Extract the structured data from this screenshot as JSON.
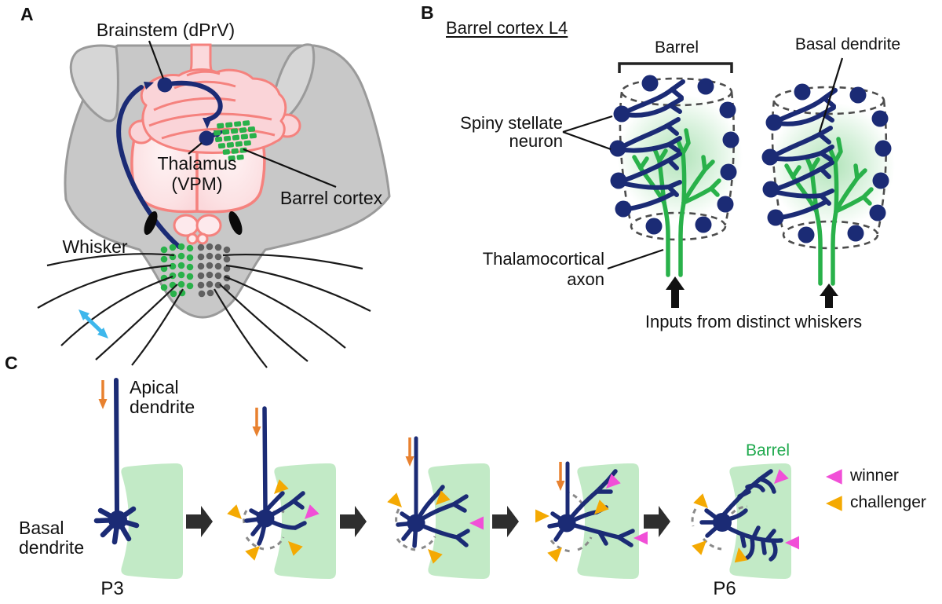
{
  "panel_a": {
    "label": "A",
    "brainstem": "Brainstem (dPrV)",
    "thalamus_line1": "Thalamus",
    "thalamus_line2": "(VPM)",
    "barrel_cortex": "Barrel cortex",
    "whisker": "Whisker"
  },
  "panel_b": {
    "label": "B",
    "title": "Barrel cortex L4",
    "barrel": "Barrel",
    "basal_dendrite": "Basal dendrite",
    "spiny_stellate_line1": "Spiny stellate",
    "spiny_stellate_line2": "neuron",
    "thalamocortical_line1": "Thalamocortical",
    "thalamocortical_line2": "axon",
    "inputs": "Inputs from distinct whiskers"
  },
  "panel_c": {
    "label": "C",
    "apical_line1": "Apical",
    "apical_line2": "dendrite",
    "basal_line1": "Basal",
    "basal_line2": "dendrite",
    "barrel_label": "Barrel",
    "stage_start": "P3",
    "stage_end": "P6",
    "legend": {
      "winner": "winner",
      "challenger": "challenger"
    }
  },
  "colors": {
    "navy": "#1b2b75",
    "green": "#29b14a",
    "light_green_barrel": "#c2eac6",
    "salmon_brain_outline": "#f5827e",
    "brain_fill": "#fcdfe1",
    "cerebellum_fill": "#fad4d8",
    "head_gray": "#c8c8c8",
    "head_stroke": "#9a9a9a",
    "whisker_dot_gray": "#606060",
    "cyan_motion_arrow": "#3eb7ec",
    "orange_input_arrow": "#e8812f",
    "challenger_yellow": "#f4a902",
    "winner_magenta": "#f14fd7",
    "step_arrow_dark": "#2e2e2e",
    "barrel_dash_gray": "#4d4d4d",
    "pruned_dash_gray": "#8a8a8a"
  }
}
